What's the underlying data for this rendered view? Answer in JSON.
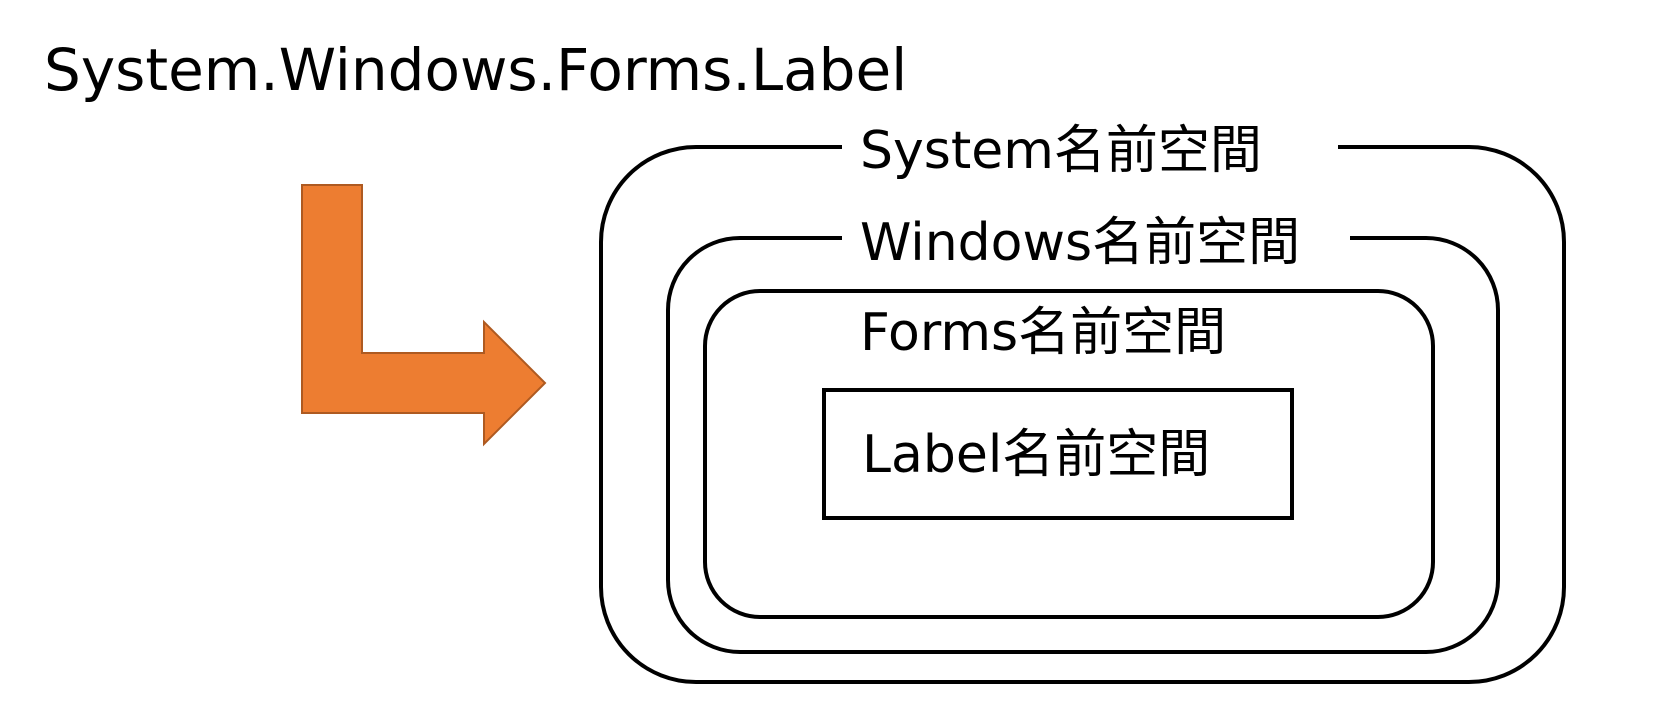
{
  "title": "System.Windows.Forms.Label",
  "namespaces": [
    {
      "label": "System名前空間"
    },
    {
      "label": "Windows名前空間"
    },
    {
      "label": "Forms名前空間"
    },
    {
      "label": "Label名前空間"
    }
  ],
  "colors": {
    "arrow_fill": "#ED7D31",
    "arrow_stroke": "#AE5A21",
    "box_stroke": "#000000",
    "background": "#FFFFFF"
  },
  "icons": {
    "arrow": "orange-bent-arrow-right"
  }
}
